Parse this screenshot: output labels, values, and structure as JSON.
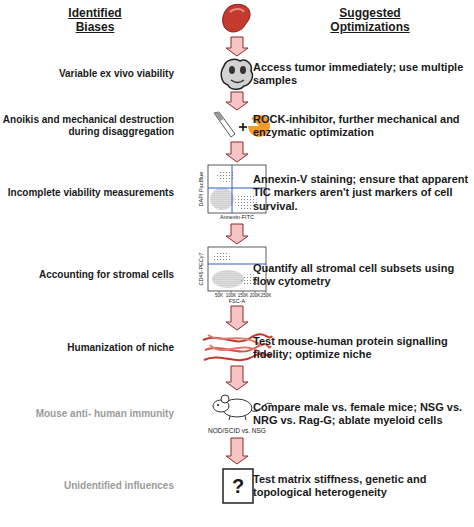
{
  "diagram": {
    "nodes": [
      {
        "text": [
          "Identified Biases",
          "Suggested Optimizations"
        ]
      },
      {
        "text": [
          "Variable ex vivo viability",
          "Access tumor immediately; use multiple samples"
        ]
      },
      {
        "text": [
          "Anoikis and mechanical destruction during disaggregation",
          "ROCK-inhibitor, further mechanical and enzymatic optimization"
        ]
      },
      {
        "text": [
          "Incomplete viability measurements",
          "Annexin-V staining; ensure that apparent TIC markers aren't just markers of cell survival."
        ]
      },
      {
        "text": [
          "Accounting for stromal cells",
          "Quantify all stromal cell subsets using flow cytometry"
        ]
      },
      {
        "text": [
          "Humanization of niche",
          "Test mouse-human protein signalling fidelity; optimize niche"
        ]
      },
      {
        "text": [
          "Mouse anti- human immunity",
          "Compare male vs. female mice; NSG vs. NRG vs. Rag-G; ablate myeloid cells"
        ]
      },
      {
        "text": [
          "Unidentified influences",
          "?",
          "Test matrix stiffness, genetic and topological heterogeneity"
        ]
      }
    ],
    "edges": [
      {
        "from": 0,
        "to": 1,
        "arrow": "to"
      },
      {
        "from": 1,
        "to": 2,
        "arrow": "to"
      },
      {
        "from": 2,
        "to": 3,
        "arrow": "to"
      },
      {
        "from": 3,
        "to": 4,
        "arrow": "to"
      },
      {
        "from": 4,
        "to": 5,
        "arrow": "to"
      },
      {
        "from": 5,
        "to": 6,
        "arrow": "to"
      },
      {
        "from": 6,
        "to": 7,
        "arrow": "to"
      }
    ],
    "labels": [
      "DAPI PacBlue",
      "Annexin-FITC",
      "CD45-PECy7",
      "50K",
      "100K",
      "150K",
      "200K",
      "250K",
      "FSC-A",
      "NOD/SCID vs. NSG"
    ]
  }
}
